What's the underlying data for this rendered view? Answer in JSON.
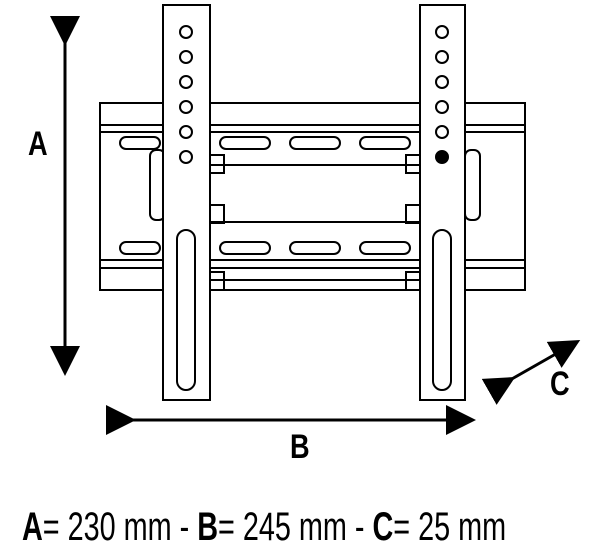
{
  "labels": {
    "a": "A",
    "b": "B",
    "c": "C"
  },
  "caption": {
    "a_key": "A",
    "a_value": "= 230 mm",
    "sep1": " - ",
    "b_key": "B",
    "b_value": "= 245 mm",
    "sep2": " - ",
    "c_key": "C",
    "c_value": "= 25 mm"
  }
}
